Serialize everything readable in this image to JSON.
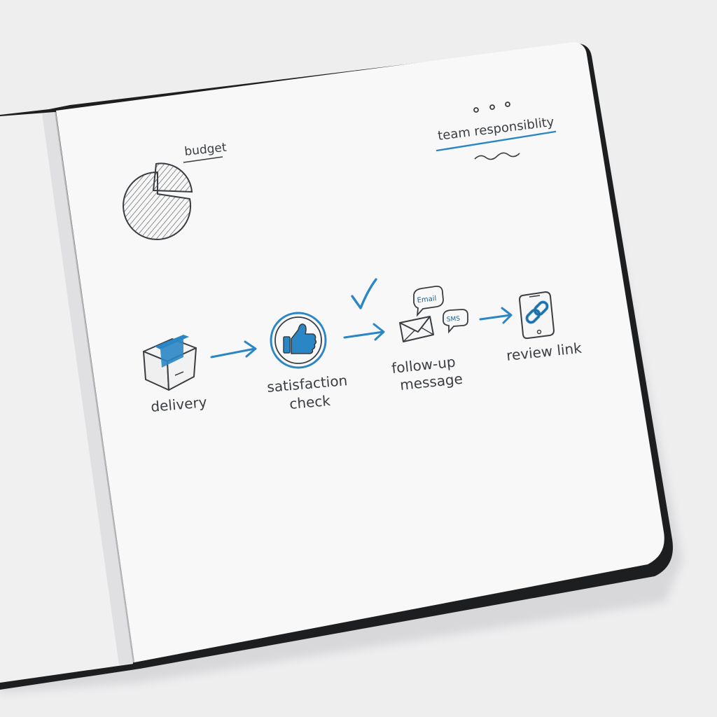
{
  "diagram": {
    "steps": [
      {
        "id": "delivery",
        "label_lines": [
          "delivery"
        ]
      },
      {
        "id": "satisfaction-check",
        "label_lines": [
          "satisfaction",
          "check"
        ]
      },
      {
        "id": "follow-up-message",
        "label_lines": [
          "follow-up",
          "message"
        ]
      },
      {
        "id": "review-link",
        "label_lines": [
          "review link"
        ]
      }
    ],
    "bubbles": {
      "email": "Email",
      "sms": "SMS"
    },
    "notes": {
      "budget": "budget",
      "team": "team responsiblity"
    }
  },
  "colors": {
    "ink": "#3a3d42",
    "accent": "#2b86c5",
    "accent_dark": "#1f5f8f",
    "paper": "#f8f8f8",
    "cover": "#1d1e20"
  },
  "icons": [
    "box-icon",
    "thumbs-up-icon",
    "checkmark-icon",
    "envelope-icon",
    "phone-link-icon",
    "pie-chart-icon"
  ]
}
